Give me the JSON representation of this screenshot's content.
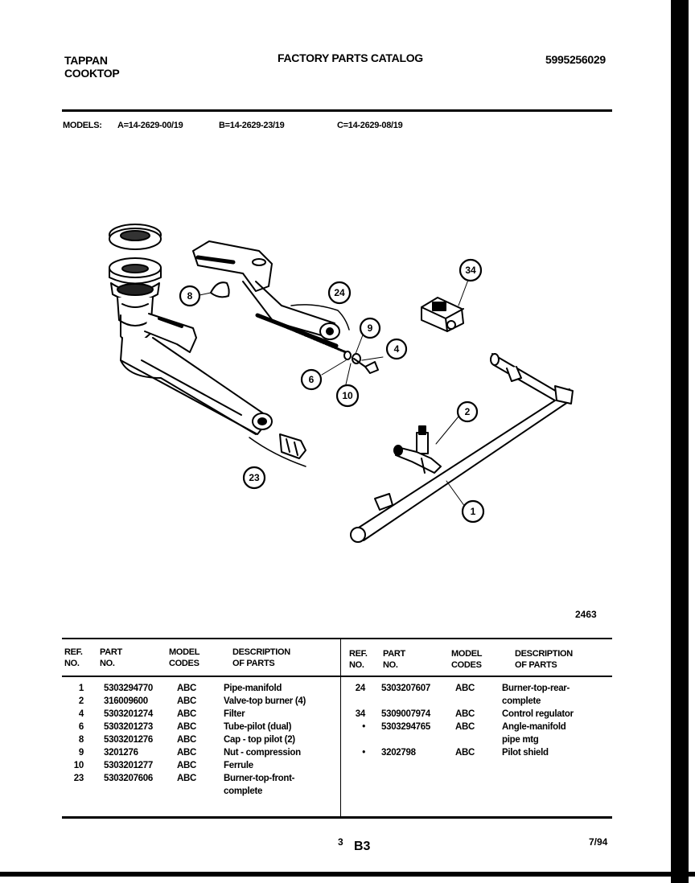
{
  "header": {
    "brand_line1": "TAPPAN",
    "brand_line2": "COOKTOP",
    "title": "FACTORY PARTS CATALOG",
    "catalog_number": "5995256029"
  },
  "models": {
    "label": "MODELS:",
    "a": "A=14-2629-00/19",
    "b": "B=14-2629-23/19",
    "c": "C=14-2629-08/19"
  },
  "diagram": {
    "figure_number": "2463",
    "callouts": [
      "1",
      "2",
      "4",
      "6",
      "8",
      "9",
      "10",
      "23",
      "24",
      "34"
    ]
  },
  "table": {
    "headers": {
      "ref": [
        "REF.",
        "NO."
      ],
      "part": [
        "PART",
        "NO."
      ],
      "model": [
        "MODEL",
        "CODES"
      ],
      "desc": [
        "DESCRIPTION",
        "OF PARTS"
      ]
    },
    "left_rows": [
      {
        "ref": "1",
        "part": "5303294770",
        "codes": "ABC",
        "desc": [
          "Pipe-manifold"
        ]
      },
      {
        "ref": "2",
        "part": "316009600",
        "codes": "ABC",
        "desc": [
          "Valve-top burner (4)"
        ]
      },
      {
        "ref": "4",
        "part": "5303201274",
        "codes": "ABC",
        "desc": [
          "Filter"
        ]
      },
      {
        "ref": "6",
        "part": "5303201273",
        "codes": "ABC",
        "desc": [
          "Tube-pilot (dual)"
        ]
      },
      {
        "ref": "8",
        "part": "5303201276",
        "codes": "ABC",
        "desc": [
          "Cap - top pilot (2)"
        ]
      },
      {
        "ref": "9",
        "part": "3201276",
        "codes": "ABC",
        "desc": [
          "Nut - compression"
        ]
      },
      {
        "ref": "10",
        "part": "5303201277",
        "codes": "ABC",
        "desc": [
          "Ferrule"
        ]
      },
      {
        "ref": "23",
        "part": "5303207606",
        "codes": "ABC",
        "desc": [
          "Burner-top-front-",
          "complete"
        ]
      }
    ],
    "right_rows": [
      {
        "ref": "24",
        "part": "5303207607",
        "codes": "ABC",
        "desc": [
          "Burner-top-rear-",
          "complete"
        ]
      },
      {
        "ref": "34",
        "part": "5309007974",
        "codes": "ABC",
        "desc": [
          "Control regulator"
        ]
      },
      {
        "ref": "•",
        "part": "5303294765",
        "codes": "ABC",
        "desc": [
          "Angle-manifold",
          "pipe mtg"
        ]
      },
      {
        "ref": "•",
        "part": "3202798",
        "codes": "ABC",
        "desc": [
          "Pilot shield"
        ]
      }
    ]
  },
  "footer": {
    "page": "3",
    "section": "B3",
    "date": "7/94"
  }
}
